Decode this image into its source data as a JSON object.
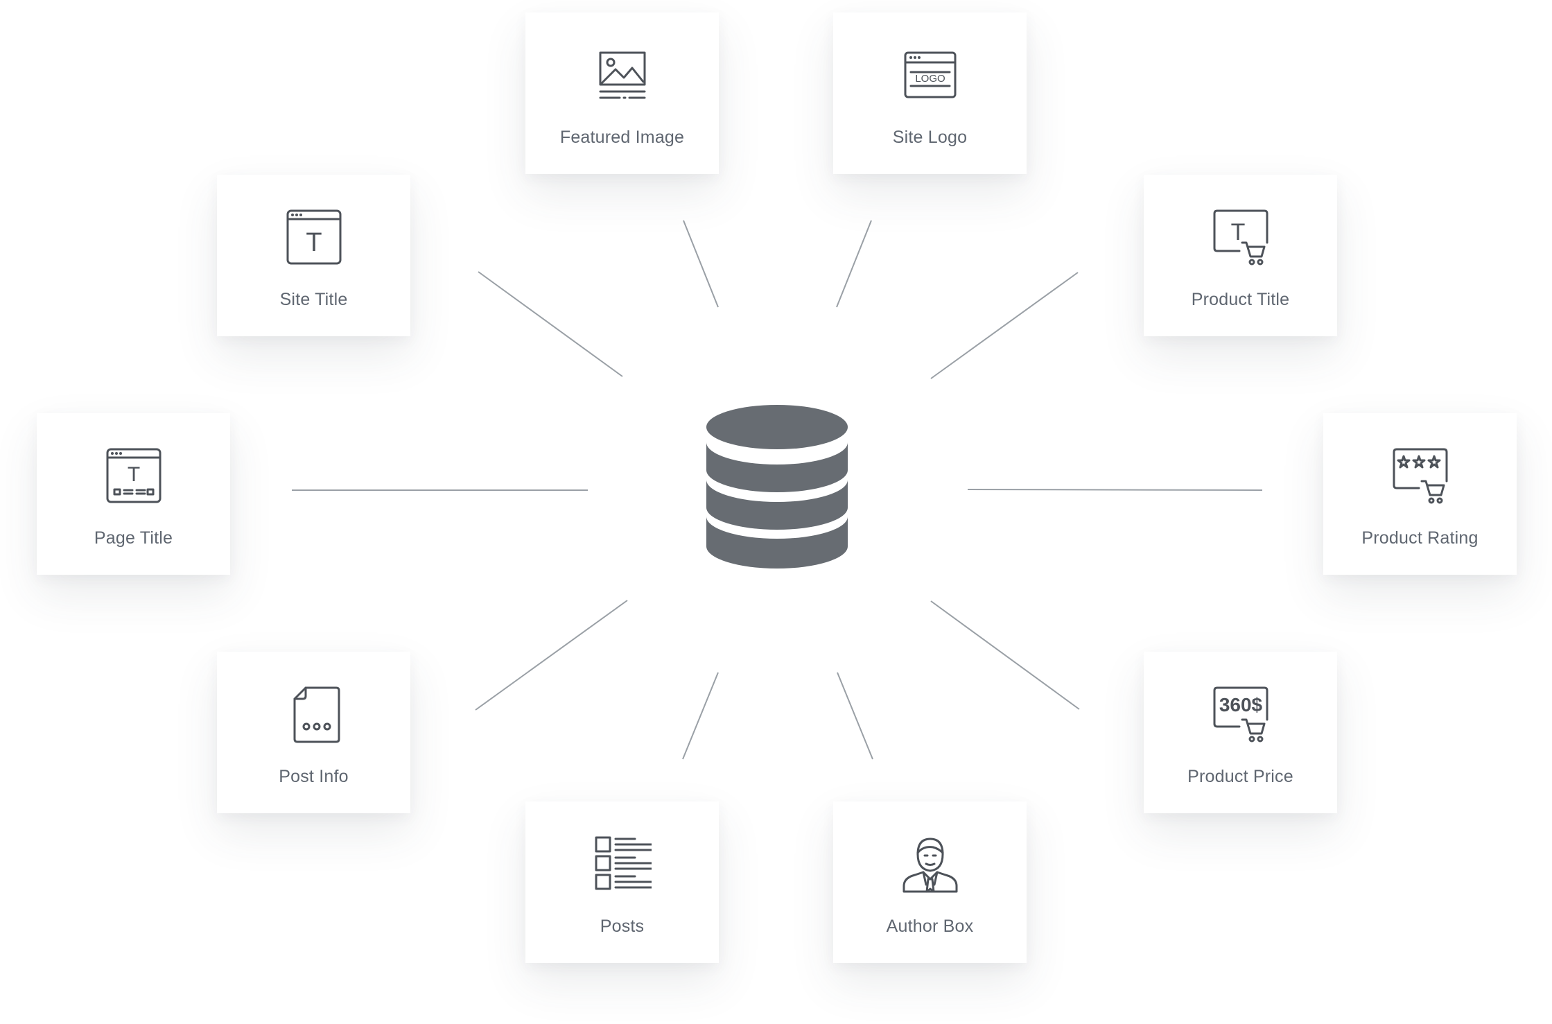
{
  "diagram": {
    "hub": {
      "icon": "database-icon"
    },
    "nodes": [
      {
        "key": "featured_image",
        "label": "Featured Image",
        "icon": "image-icon"
      },
      {
        "key": "site_logo",
        "label": "Site Logo",
        "icon": "logo-icon",
        "icon_text": "LOGO"
      },
      {
        "key": "site_title",
        "label": "Site Title",
        "icon": "title-window-icon",
        "icon_text": "T"
      },
      {
        "key": "product_title",
        "label": "Product Title",
        "icon": "product-title-icon",
        "icon_text": "T"
      },
      {
        "key": "page_title",
        "label": "Page Title",
        "icon": "page-title-icon",
        "icon_text": "T"
      },
      {
        "key": "product_rating",
        "label": "Product Rating",
        "icon": "rating-cart-icon"
      },
      {
        "key": "post_info",
        "label": "Post Info",
        "icon": "document-icon"
      },
      {
        "key": "product_price",
        "label": "Product Price",
        "icon": "price-cart-icon",
        "icon_text": "360$"
      },
      {
        "key": "posts",
        "label": "Posts",
        "icon": "list-icon"
      },
      {
        "key": "author_box",
        "label": "Author Box",
        "icon": "person-icon"
      }
    ],
    "colors": {
      "icon": "#4d5259",
      "hub": "#676c72",
      "label": "#5f6670",
      "connector": "#9aa0a6"
    }
  }
}
